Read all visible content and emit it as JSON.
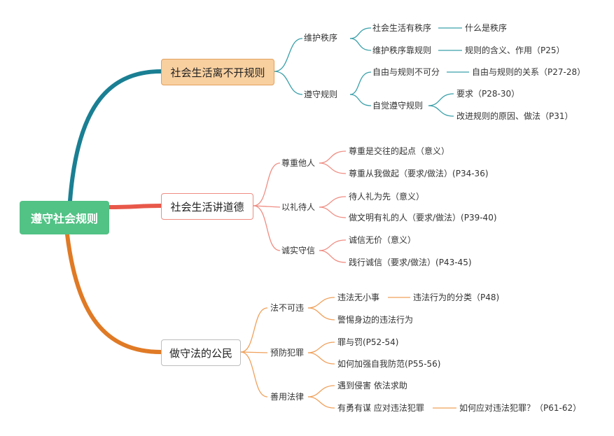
{
  "root": "遵守社会规则",
  "branches": [
    {
      "label": "社会生活离不开规则",
      "subs": [
        {
          "label": "维护秩序",
          "items": [
            {
              "label": "社会生活有秩序",
              "detail": "什么是秩序"
            },
            {
              "label": "维护秩序靠规则",
              "detail": "规则的含义、作用（P25）"
            }
          ]
        },
        {
          "label": "遵守规则",
          "items": [
            {
              "label": "自由与规则不可分",
              "detail": "自由与规则的关系（P27-28）"
            },
            {
              "label": "自觉遵守规则",
              "details": [
                "要求（P28-30）",
                "改进规则的原因、做法（P31）"
              ]
            }
          ]
        }
      ]
    },
    {
      "label": "社会生活讲道德",
      "subs": [
        {
          "label": "尊重他人",
          "items": [
            {
              "label": "尊重是交往的起点（意义）"
            },
            {
              "label": "尊重从我做起（要求/做法）(P34-36)"
            }
          ]
        },
        {
          "label": "以礼待人",
          "items": [
            {
              "label": "待人礼为先（意义）"
            },
            {
              "label": "做文明有礼的人（要求/做法）(P39-40)"
            }
          ]
        },
        {
          "label": "诚实守信",
          "items": [
            {
              "label": "诚信无价（意义）"
            },
            {
              "label": "践行诚信（要求/做法）(P43-45)"
            }
          ]
        }
      ]
    },
    {
      "label": "做守法的公民",
      "subs": [
        {
          "label": "法不可违",
          "items": [
            {
              "label": "违法无小事",
              "detail": "违法行为的分类（P48)"
            },
            {
              "label": "警惕身边的违法行为"
            }
          ]
        },
        {
          "label": "预防犯罪",
          "items": [
            {
              "label": "罪与罚(P52-54)"
            },
            {
              "label": "如何加强自我防范(P55-56)"
            }
          ]
        },
        {
          "label": "善用法律",
          "items": [
            {
              "label": "遇到侵害 依法求助"
            },
            {
              "label": "有勇有谋 应对违法犯罪",
              "detail": "如何应对违法犯罪？（P61-62）"
            }
          ]
        }
      ]
    }
  ],
  "colors": {
    "root": "#52c285",
    "branch1": "#1a7f93",
    "branch2": "#e8584a",
    "branch3": "#e07a25",
    "child1": "#3aa0aa",
    "child2": "#ef8d82",
    "child3": "#f0a05a"
  }
}
